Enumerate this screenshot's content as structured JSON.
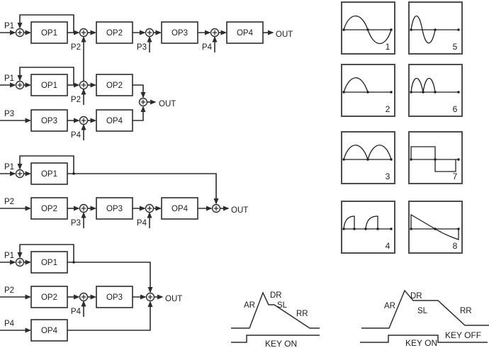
{
  "colors": {
    "line": "#2d2d2d",
    "background": "#ffffff"
  },
  "algorithms": [
    {
      "p1": "P1",
      "p2": "P2",
      "p3": "P3",
      "p4": "P4",
      "op1": "OP1",
      "op2": "OP2",
      "op3": "OP3",
      "op4": "OP4",
      "out": "OUT",
      "topology": "serial chain OP1-OP2-OP3-OP4 with OP1 feedback"
    },
    {
      "p1": "P1",
      "p2": "P2",
      "p3": "P3",
      "p4": "P4",
      "op1": "OP1",
      "op2": "OP2",
      "op3": "OP3",
      "op4": "OP4",
      "out": "OUT",
      "topology": "two parallel 2-op chains summed with OP1 feedback"
    },
    {
      "p1": "P1",
      "p2": "P2",
      "p3": "P3",
      "p4": "P4",
      "op1": "OP1",
      "op2": "OP2",
      "op3": "OP3",
      "op4": "OP4",
      "out": "OUT",
      "topology": "OP1 (feedback) parallel with OP2-OP3-OP4 chain"
    },
    {
      "p1": "P1",
      "p2": "P2",
      "mod3": "P4",
      "p4": "P4",
      "op1": "OP1",
      "op2": "OP2",
      "op3": "OP3",
      "op4": "OP4",
      "out": "OUT",
      "topology": "OP1 (feedback), OP2-OP3 chain and OP4 summed"
    }
  ],
  "waveforms": [
    {
      "number": "1",
      "shape": "full-sine"
    },
    {
      "number": "2",
      "shape": "half-sine-hump"
    },
    {
      "number": "3",
      "shape": "abs-sine-two-humps"
    },
    {
      "number": "4",
      "shape": "quarter-sine-pulses"
    },
    {
      "number": "5",
      "shape": "sine-in-first-half"
    },
    {
      "number": "6",
      "shape": "abs-sine-in-first-half"
    },
    {
      "number": "7",
      "shape": "square"
    },
    {
      "number": "8",
      "shape": "descending-curve"
    }
  ],
  "envelopes": [
    {
      "ar": "AR",
      "dr": "DR",
      "sl": "SL",
      "rr": "RR",
      "key_on": "KEY ON"
    },
    {
      "ar": "AR",
      "dr": "DR",
      "sl": "SL",
      "rr": "RR",
      "key_on": "KEY ON",
      "key_off": "KEY OFF"
    }
  ]
}
